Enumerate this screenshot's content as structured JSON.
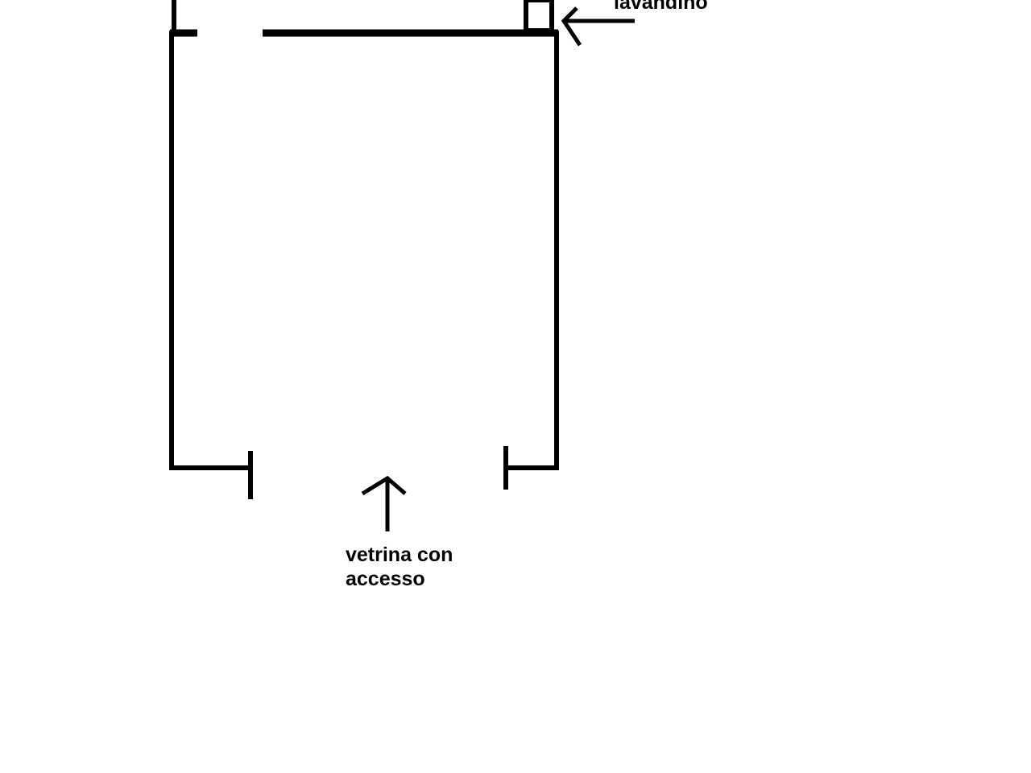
{
  "labels": {
    "sink": "lavandino",
    "storefront_line1": "vetrina con",
    "storefront_line2": "accesso"
  },
  "colors": {
    "background": "#ffffff",
    "ink": "#000000"
  },
  "icons": {
    "sink_arrow": "arrow-left-icon",
    "storefront_arrow": "arrow-up-icon",
    "sink": "square-icon"
  }
}
